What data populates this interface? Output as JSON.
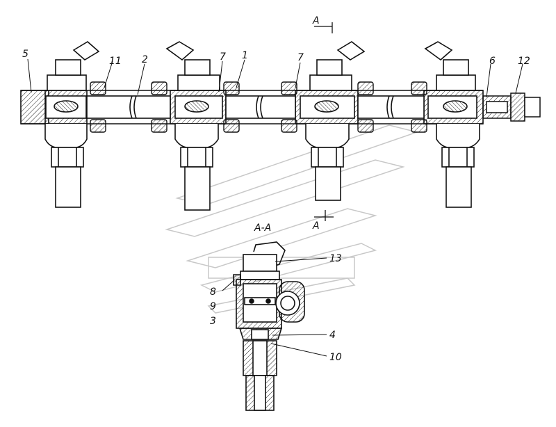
{
  "section_mark_top": "A",
  "section_mark_mid": "A",
  "section_title": "A-A",
  "callouts": {
    "c1": "1",
    "c2": "2",
    "c3": "3",
    "c4": "4",
    "c5": "5",
    "c6": "6",
    "c7a": "7",
    "c7b": "7",
    "c8": "8",
    "c9": "9",
    "c10": "10",
    "c11": "11",
    "c12": "12",
    "c13": "13"
  }
}
